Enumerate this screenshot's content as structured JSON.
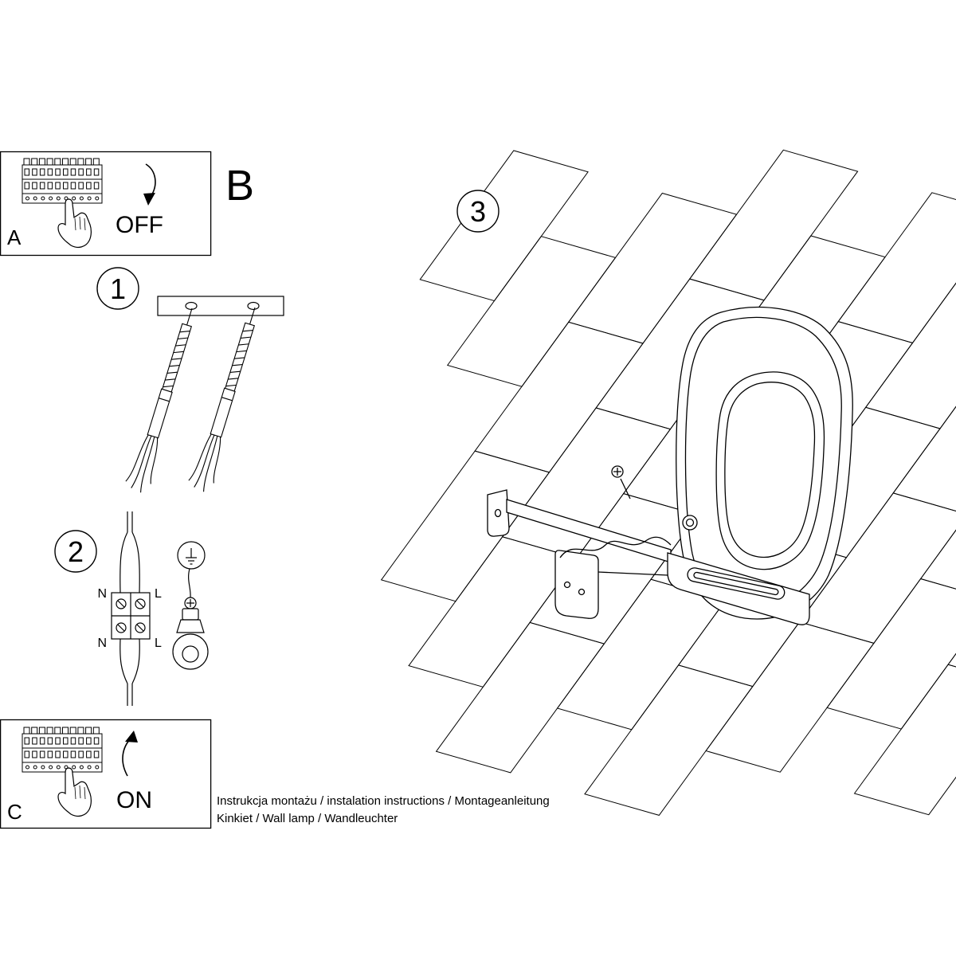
{
  "doc": {
    "footer_line1": "Instrukcja montażu / instalation instructions / Montageanleitung",
    "footer_line2": "Kinkiet / Wall lamp / Wandleuchter"
  },
  "panels": {
    "a": {
      "label": "A",
      "state": "OFF"
    },
    "c": {
      "label": "C",
      "state": "ON"
    }
  },
  "section": {
    "b_label": "B"
  },
  "steps": {
    "s1": "1",
    "s2": "2",
    "s3": "3"
  },
  "wiring": {
    "n_top": "N",
    "l_top": "L",
    "n_bottom": "N",
    "l_bottom": "L"
  },
  "colors": {
    "line": "#000000",
    "background": "#ffffff"
  }
}
